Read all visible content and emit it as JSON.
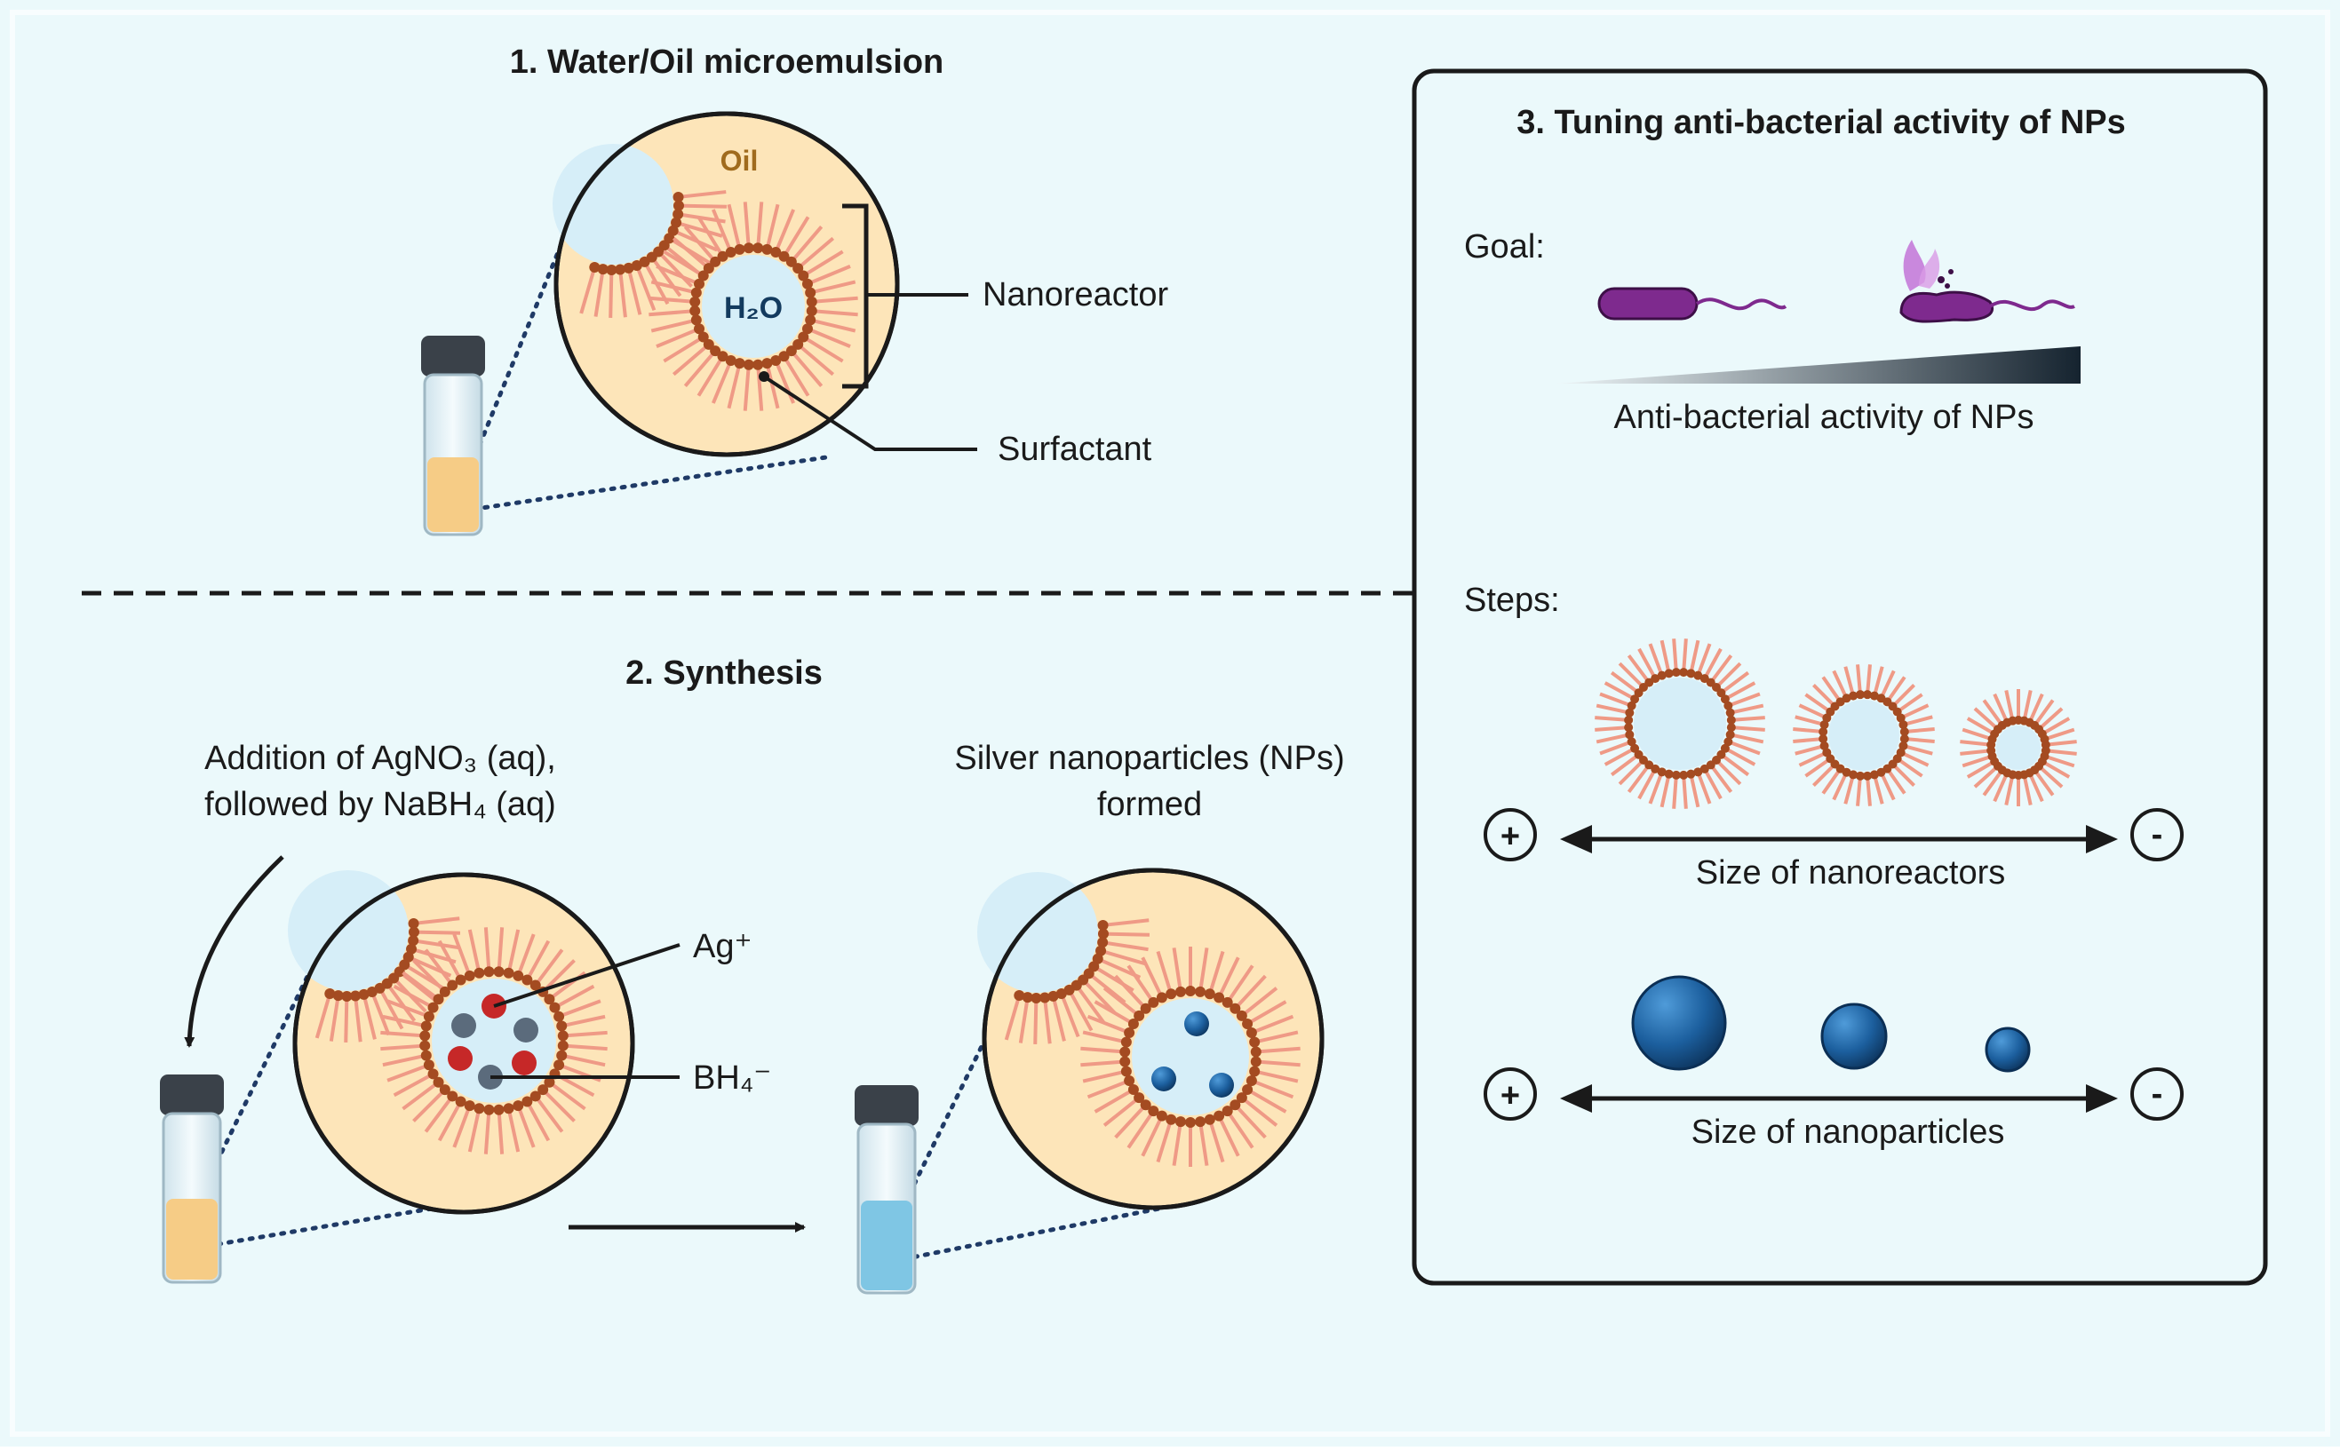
{
  "section1": {
    "title": "1. Water/Oil microemulsion",
    "oil_label": "Oil",
    "water_label": "H₂O",
    "nanoreactor_label": "Nanoreactor",
    "surfactant_label": "Surfactant"
  },
  "section2": {
    "title": "2. Synthesis",
    "addition_line1": "Addition of AgNO₃ (aq),",
    "addition_line2": "followed by NaBH₄ (aq)",
    "ag_label": "Ag⁺",
    "bh4_label": "BH₄⁻",
    "np_line1": "Silver nanoparticles (NPs)",
    "np_line2": "formed"
  },
  "section3": {
    "title": "3. Tuning anti-bacterial activity of NPs",
    "goal_label": "Goal:",
    "activity_label": "Anti-bacterial activity of NPs",
    "steps_label": "Steps:",
    "plus_symbol": "+",
    "minus_symbol": "-",
    "nanoreactor_size_label": "Size of nanoreactors",
    "nanoparticle_size_label": "Size of nanoparticles"
  },
  "colors": {
    "background": "#ebf9fb",
    "oil": "#fde5b9",
    "water": "#d6eef8",
    "surfactant_head": "#a44b21",
    "surfactant_tail": "#ef9a86",
    "ag_ion": "#c62828",
    "bh4_ion": "#5b6b7c",
    "nanoparticle": "#1c5f9e",
    "bacterium": "#7e2a8e",
    "vial_cap": "#3a4149"
  }
}
